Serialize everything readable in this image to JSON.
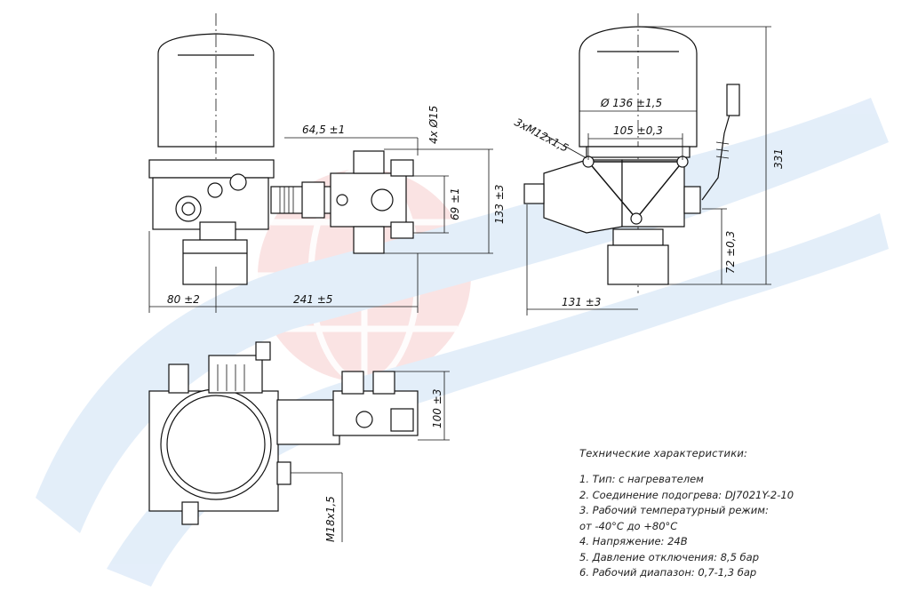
{
  "watermark": {
    "colors": {
      "blue": "#2f7fd8",
      "red": "#e03030"
    }
  },
  "top_view_dims": {
    "width_left": "80 ±2",
    "length_total": "241 ±5",
    "offset_top": "64,5 ±1",
    "holes": "4x Ø15",
    "pitch_small": "69 ±1",
    "pitch_large": "133 ±3"
  },
  "side_view_dims": {
    "diameter": "Ø 136 ±1,5",
    "bolt_circle": "105 ±0,3",
    "thread": "3xM12x1,5",
    "height_total": "331",
    "height_lower": "72 ±0,3",
    "width_side": "131 ±3"
  },
  "bottom_view_dims": {
    "height_valve": "100 ±3",
    "port_thread": "M18x1,5"
  },
  "specs": {
    "title": "Технические характеристики:",
    "lines": [
      "1. Тип: с нагревателем",
      "2. Соединение подогрева: DJ7021Y-2-10",
      "3. Рабочий температурный режим:",
      "от -40°С до +80°С",
      "4. Напряжение: 24В",
      "5. Давление отключения: 8,5 бар",
      "6. Рабочий диапазон: 0,7-1,3 бар"
    ]
  }
}
